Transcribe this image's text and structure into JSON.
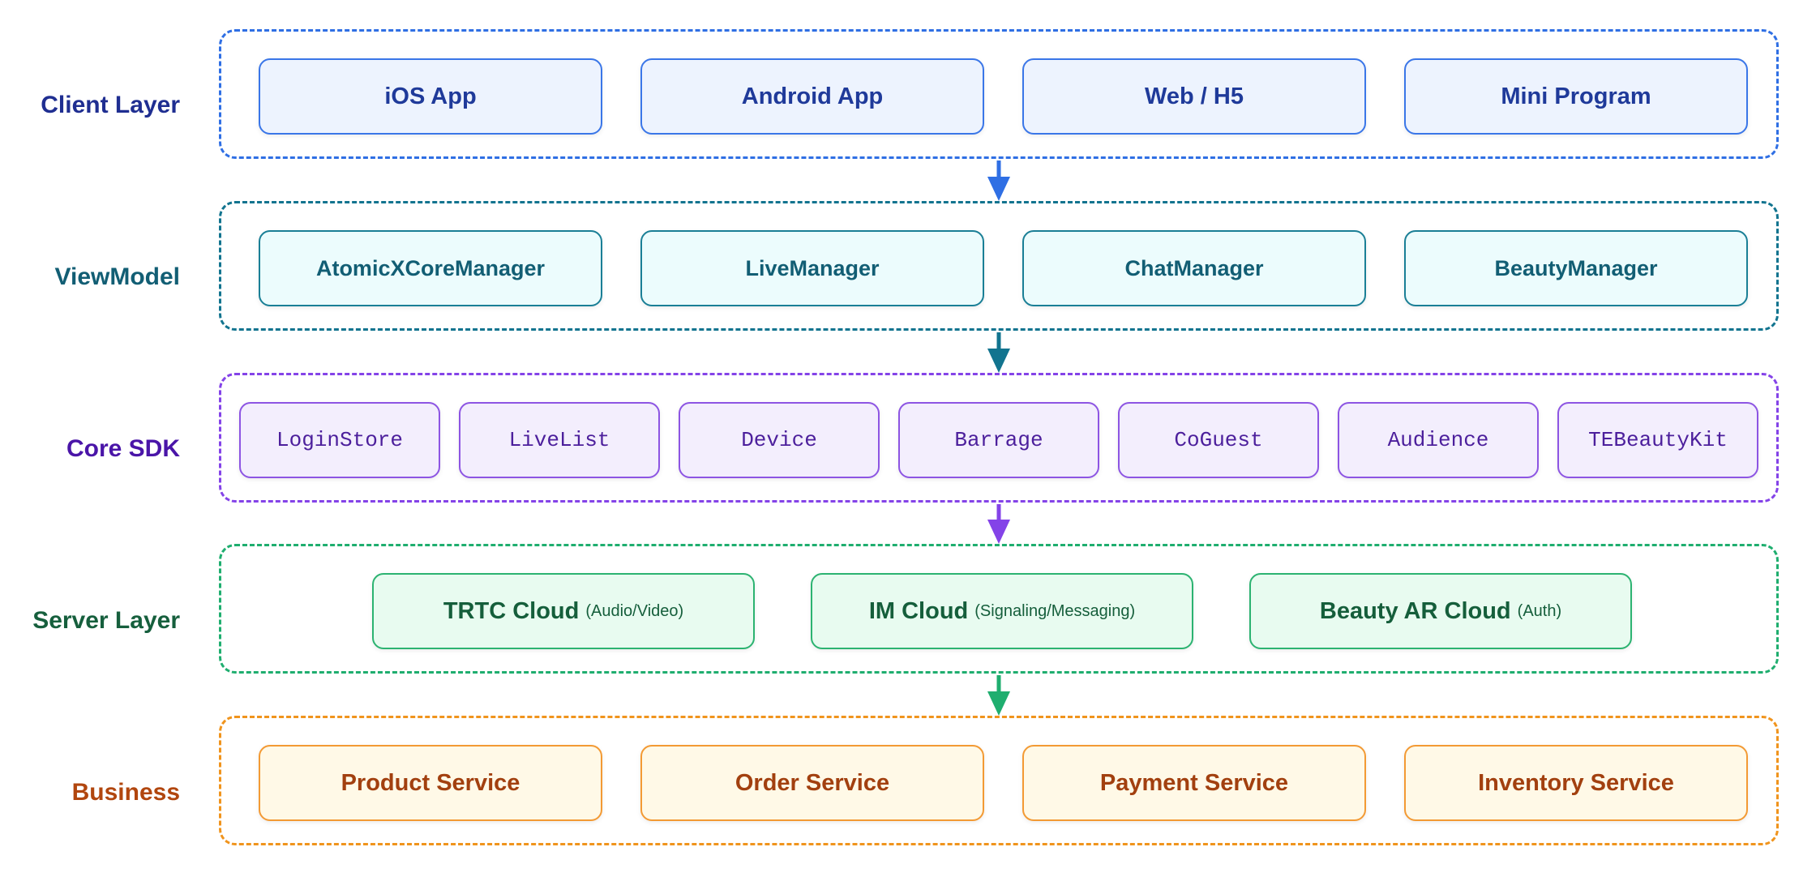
{
  "layers": {
    "client": {
      "label": "Client Layer",
      "items": [
        "iOS App",
        "Android App",
        "Web / H5",
        "Mini Program"
      ]
    },
    "viewmodel": {
      "label": "ViewModel",
      "items": [
        "AtomicXCoreManager",
        "LiveManager",
        "ChatManager",
        "BeautyManager"
      ]
    },
    "core": {
      "label": "Core SDK",
      "items": [
        "LoginStore",
        "LiveList",
        "Device",
        "Barrage",
        "CoGuest",
        "Audience",
        "TEBeautyKit"
      ]
    },
    "server": {
      "label": "Server Layer",
      "items": [
        {
          "name": "TRTC Cloud",
          "note": "(Audio/Video)"
        },
        {
          "name": "IM Cloud",
          "note": "(Signaling/Messaging)"
        },
        {
          "name": "Beauty AR Cloud",
          "note": "(Auth)"
        }
      ]
    },
    "business": {
      "label": "Business",
      "items": [
        "Product Service",
        "Order Service",
        "Payment Service",
        "Inventory Service"
      ]
    }
  },
  "colors": {
    "client": "#2f6fe4",
    "viewmodel": "#12748f",
    "core": "#8443e8",
    "server": "#1fae6f",
    "business": "#f0941d"
  }
}
